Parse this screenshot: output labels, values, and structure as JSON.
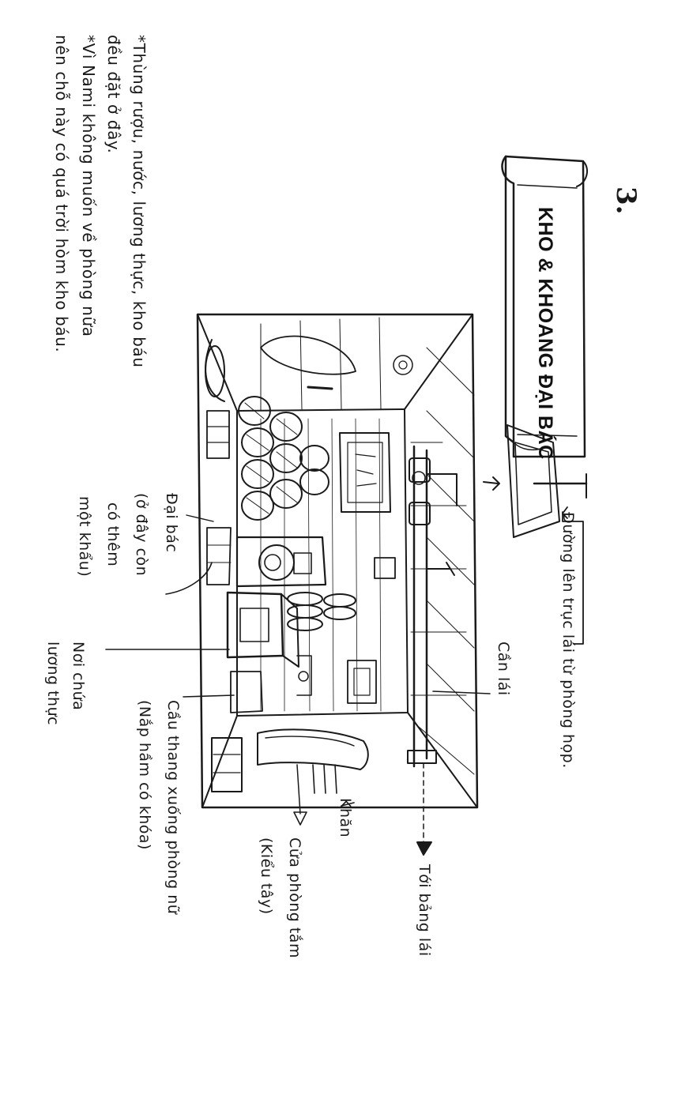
{
  "page": {
    "number": "3.",
    "title": "KHO & KHOANG ĐẠI BÁC",
    "colors": {
      "ink": "#1a1a1a",
      "paper": "#ffffff"
    }
  },
  "notes": [
    "*Thùng rượu, nước, lương thực, kho báu",
    "đều đặt ở đây.",
    "*Vì Nami không muốn về phòng nữa",
    "nên chỗ này có quá trời hòm kho báu."
  ],
  "labels": {
    "route_top": "Đường lên trục lái từ phòng họp.",
    "helm": "Cần lái",
    "to_helm": "Tới bảng lái",
    "towel": "Khăn",
    "bathroom_line1": "Cửa phòng tắm",
    "bathroom_line2": "(Kiểu tây)",
    "stairs_line1": "Cầu thang xuống phòng nữ",
    "stairs_line2": "(Nắp hầm có khóa)",
    "storage_line1": "Nơi chứa",
    "storage_line2": "lương thực",
    "cannon_line1": "Đại bác",
    "cannon_line2": "(ở đây còn",
    "cannon_line3": "có thêm",
    "cannon_line4": "một khẩu)"
  }
}
